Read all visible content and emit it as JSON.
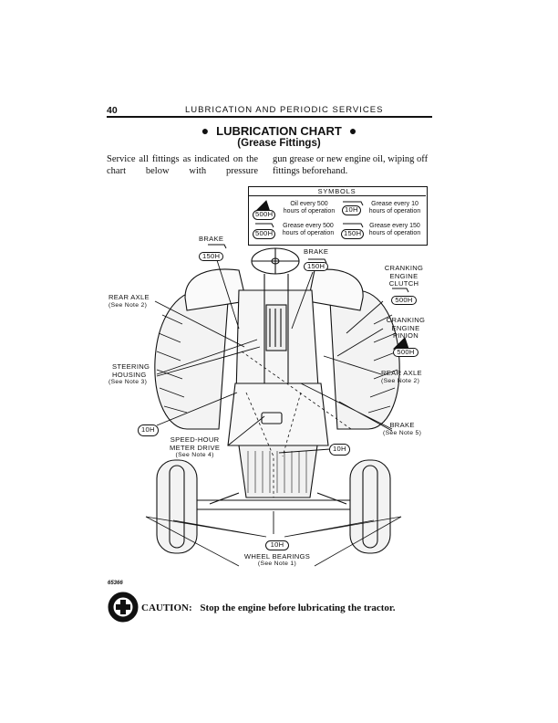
{
  "header": {
    "page_number": "40",
    "running_head": "LUBRICATION AND PERIODIC SERVICES"
  },
  "title": {
    "bullet": "●",
    "main": "LUBRICATION CHART",
    "sub": "(Grease Fittings)"
  },
  "intro": {
    "left": "Service all fittings as indicated on the chart below with pressure",
    "right": "gun grease or new engine oil, wiping off fittings beforehand."
  },
  "symbols": {
    "title": "SYMBOLS",
    "items": [
      {
        "badge": "500H",
        "line1": "Oil every 500",
        "line2": "hours of operation"
      },
      {
        "badge": "10H",
        "line1": "Grease every 10",
        "line2": "hours of operation"
      },
      {
        "badge": "500H",
        "line1": "Grease every 500",
        "line2": "hours of operation"
      },
      {
        "badge": "150H",
        "line1": "Grease every 150",
        "line2": "hours of operation"
      }
    ]
  },
  "callouts": {
    "brake_left": {
      "label": "BRAKE",
      "badge": "150H"
    },
    "brake_center": {
      "label": "BRAKE",
      "badge": "150H"
    },
    "rear_axle_left": {
      "label": "REAR AXLE",
      "note": "(See Note 2)"
    },
    "cranking_clutch": {
      "line1": "CRANKING",
      "line2": "ENGINE",
      "line3": "CLUTCH",
      "badge": "500H"
    },
    "cranking_pinion": {
      "line1": "CRANKING",
      "line2": "ENGINE",
      "line3": "PINION",
      "badge": "500H"
    },
    "steering_housing": {
      "line1": "STEERING",
      "line2": "HOUSING",
      "note": "(See Note 3)"
    },
    "rear_axle_right": {
      "label": "REAR AXLE",
      "note": "(See Note 2)"
    },
    "badge_left_10h": {
      "badge": "10H"
    },
    "brake_right": {
      "label": "BRAKE",
      "note": "(See Note 5)"
    },
    "speed_hour": {
      "line1": "SPEED-HOUR",
      "line2": "METER DRIVE",
      "note": "(See Note 4)"
    },
    "badge_right_10h": {
      "badge": "10H"
    },
    "wheel_bearings": {
      "badge": "10H",
      "label": "WHEEL BEARINGS",
      "note": "(See Note 1)"
    }
  },
  "figure_code": "65366",
  "caution": {
    "label": "CAUTION:",
    "text": "Stop the engine before lubricating the tractor."
  }
}
